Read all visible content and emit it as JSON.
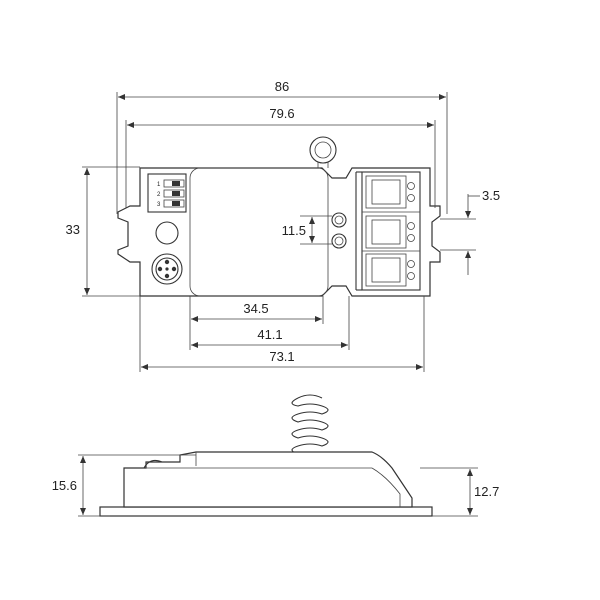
{
  "top_view": {
    "dimensions": {
      "overall_width": "86",
      "inner_width": "79.6",
      "height": "33",
      "led_spacing": "11.5",
      "terminal_offset": "3.5",
      "dim_34_5": "34.5",
      "dim_41_1": "41.1",
      "dim_73_1": "73.1"
    },
    "dip_switch_labels": [
      "1",
      "2",
      "3"
    ]
  },
  "side_view": {
    "dimensions": {
      "total_height": "15.6",
      "body_height": "12.7"
    }
  }
}
